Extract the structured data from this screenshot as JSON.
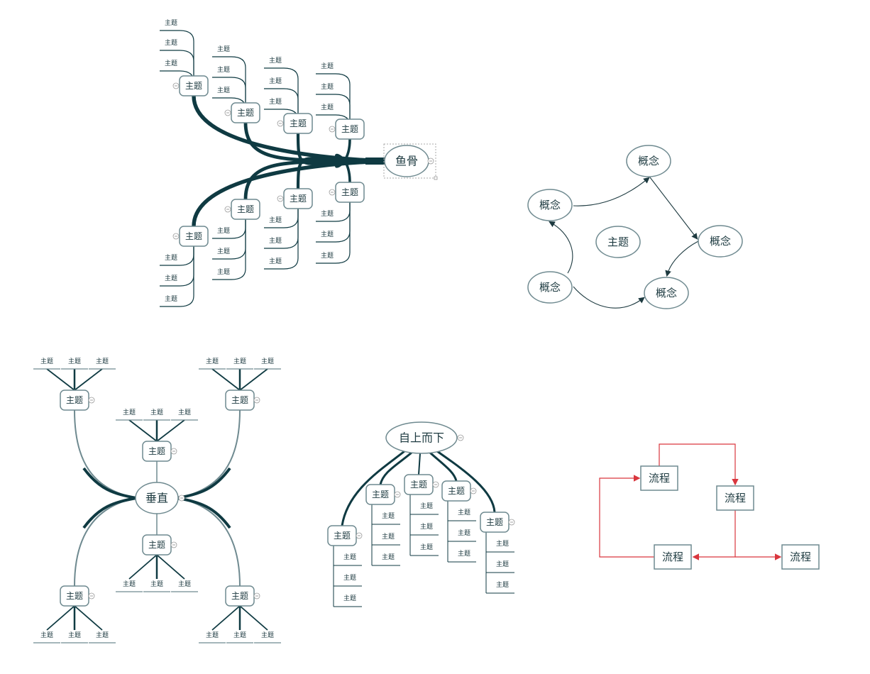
{
  "colors": {
    "dark": "#0f3a42",
    "light": "#6f8a90",
    "flow": "#d9363e"
  },
  "fishbone": {
    "center": "鱼骨",
    "upper_topics": [
      {
        "label": "主题",
        "subtopics": [
          "主题",
          "主题",
          "主题"
        ]
      },
      {
        "label": "主题",
        "subtopics": [
          "主题",
          "主题",
          "主题"
        ]
      },
      {
        "label": "主题",
        "subtopics": [
          "主题",
          "主题",
          "主题"
        ]
      },
      {
        "label": "主题",
        "subtopics": [
          "主题",
          "主题",
          "主题"
        ]
      }
    ],
    "lower_topics": [
      {
        "label": "主题",
        "subtopics": [
          "主题",
          "主题",
          "主题"
        ]
      },
      {
        "label": "主题",
        "subtopics": [
          "主题",
          "主题",
          "主题"
        ]
      },
      {
        "label": "主题",
        "subtopics": [
          "主题",
          "主题",
          "主题"
        ]
      },
      {
        "label": "主题",
        "subtopics": [
          "主题",
          "主题",
          "主题"
        ]
      }
    ]
  },
  "concept_map": {
    "concepts": [
      "概念",
      "概念",
      "概念",
      "概念",
      "概念"
    ],
    "topic": "主题"
  },
  "vertical": {
    "center": "垂直",
    "topics": [
      {
        "label": "主题",
        "subtopics": [
          "主题",
          "主题",
          "主题"
        ]
      },
      {
        "label": "主题",
        "subtopics": [
          "主题",
          "主题",
          "主题"
        ]
      },
      {
        "label": "主题",
        "subtopics": [
          "主题",
          "主题",
          "主题"
        ]
      },
      {
        "label": "主题",
        "subtopics": [
          "主题",
          "主题",
          "主题"
        ]
      },
      {
        "label": "主题",
        "subtopics": [
          "主题",
          "主题",
          "主题"
        ]
      },
      {
        "label": "主题",
        "subtopics": [
          "主题",
          "主题",
          "主题"
        ]
      }
    ]
  },
  "top_down": {
    "center": "自上而下",
    "topics": [
      {
        "label": "主题",
        "subtopics": [
          "主题",
          "主题",
          "主题"
        ]
      },
      {
        "label": "主题",
        "subtopics": [
          "主题",
          "主题",
          "主题"
        ]
      },
      {
        "label": "主题",
        "subtopics": [
          "主题",
          "主题",
          "主题"
        ]
      },
      {
        "label": "主题",
        "subtopics": [
          "主题",
          "主题",
          "主题"
        ]
      },
      {
        "label": "主题",
        "subtopics": [
          "主题",
          "主题",
          "主题"
        ]
      }
    ]
  },
  "flowchart": {
    "steps": [
      "流程",
      "流程",
      "流程",
      "流程"
    ]
  }
}
